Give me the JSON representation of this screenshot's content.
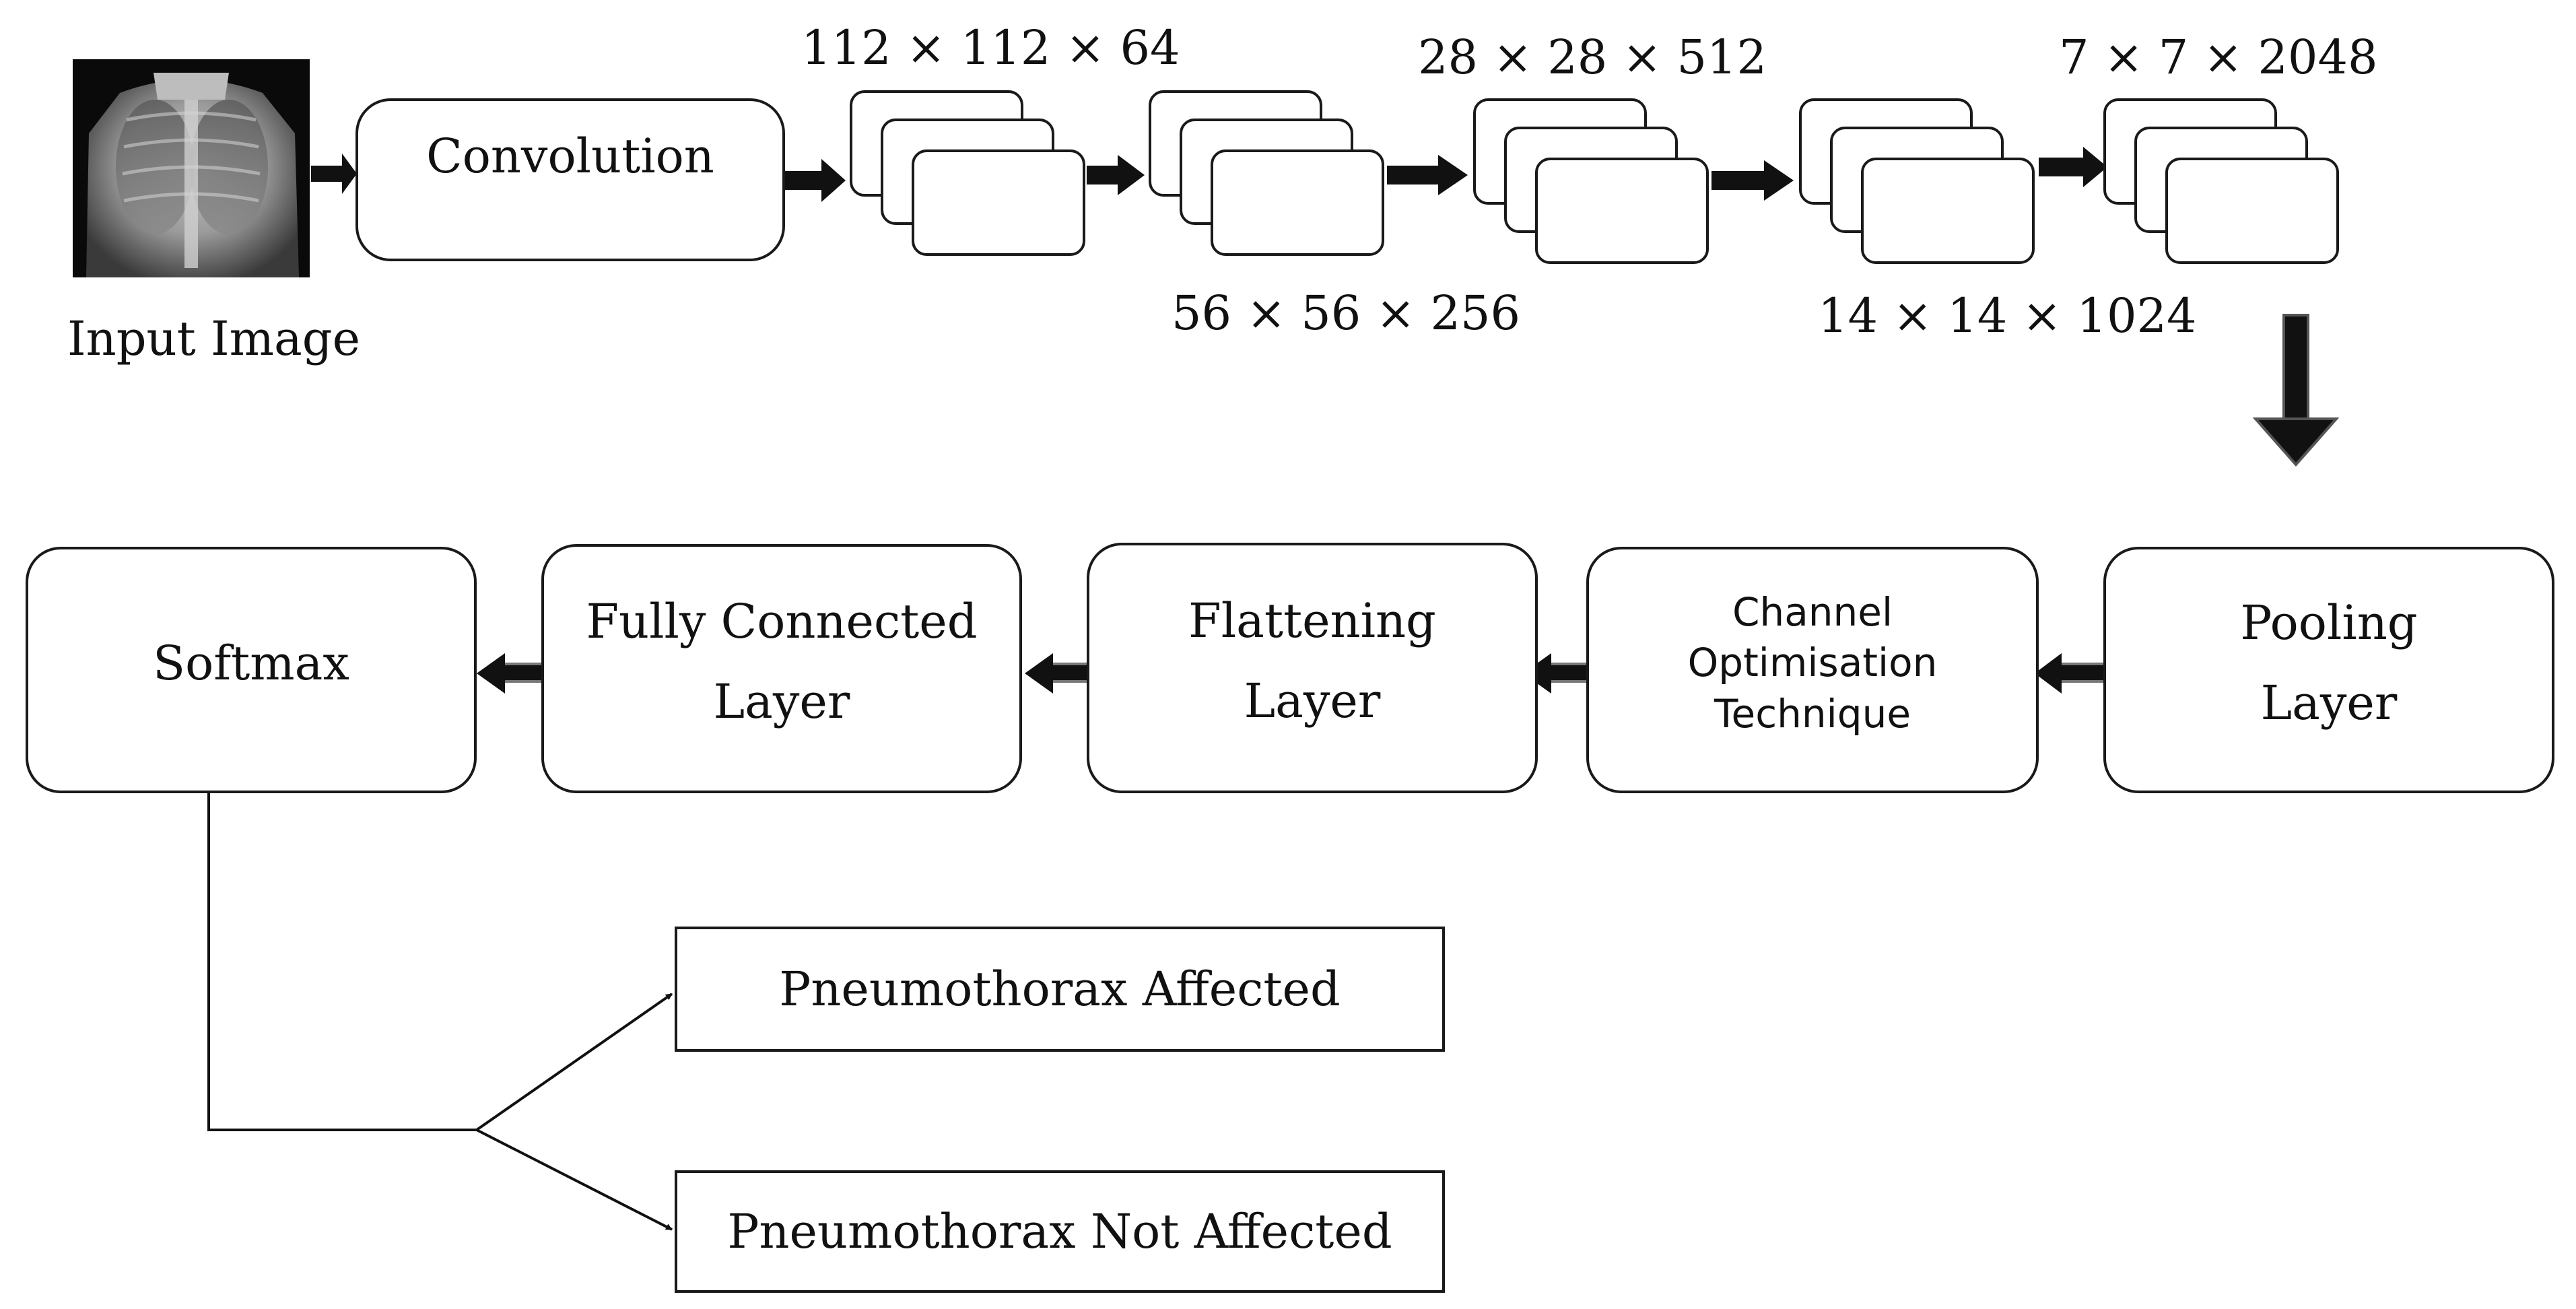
{
  "input": {
    "caption": "Input Image",
    "image": "chest-xray"
  },
  "stages": {
    "convolution": "Convolution",
    "pooling": "Pooling\nLayer",
    "channel_optimisation": "Channel\nOptimisation\nTechnique",
    "flattening": "Flattening\nLayer",
    "fully_connected": "Fully Connected\nLayer",
    "softmax": "Softmax"
  },
  "feature_maps": {
    "fm1": "112 × 112 × 64",
    "fm2": "56 × 56 × 256",
    "fm3": "28 × 28 × 512",
    "fm4": "14 × 14 × 1024",
    "fm5": "7 × 7 × 2048"
  },
  "outputs": {
    "affected": "Pneumothorax Affected",
    "not_affected": "Pneumothorax Not Affected"
  },
  "colors": {
    "stroke": "#1a1a1a",
    "background": "#ffffff"
  }
}
